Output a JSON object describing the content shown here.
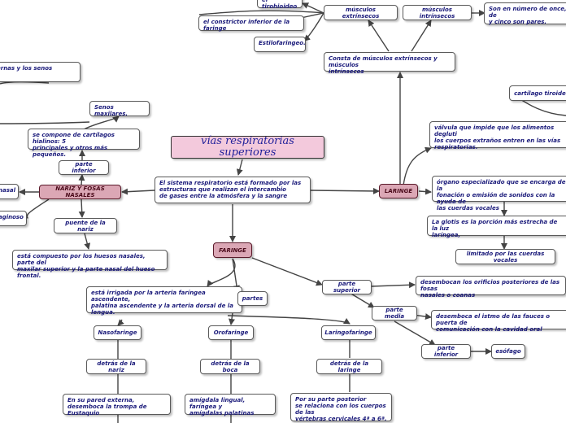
{
  "title": "vías respiratorias superiores",
  "nodes": {
    "intro": "El sistema respiratorio está formado por las\nestructuras que realizan el intercambio\nde gases entre la atmósfera y la sangre",
    "nariz": "NARIZ Y FOSAS NASALES",
    "laringe": "LARINGE",
    "faringe": "FARINGE",
    "nasal_left": "nasal",
    "aginoso": "aginoso",
    "ternas": "ernas y los senos",
    "senos_maxilares": "Senos maxilares.",
    "cartilagos": "se compone de cartílagos hialinos: 5\nprincipales y otros más pequeños.",
    "parte_inferior_nariz": "parte inferior",
    "puente": "puente de la nariz",
    "puente_desc": "está compuesto por los huesos nasales, parte del\nmaxilar superior y la parte nasal del hueso frontal.",
    "tiroideo_top": "el tirohioideo",
    "constrictor": "el constrictor inferior de la faringe",
    "estilofaringeo": "Estilofaringeo.",
    "musculos_extrinsecos": "músculos extrínsecos",
    "musculos_intrinsecos": "músculos intrínsecos",
    "once": "Son en número de once, de\ny cinco son pares.",
    "consta": "Consta de músculos extrínsecos y músculos\nintrínsecos",
    "cartilago_tiroides": "cartílago tiroides",
    "valvula": "válvula que impide que los alimentos degluti\nlos cuerpos extraños entren en las vías\nrespiratorias.",
    "organo": "órgano especializado que se encarga de la\nfonación o emisión de sonidos con la ayuda de\nlas cuerdas vocales",
    "glotis": "La glotis es la porción más estrecha de la luz\nlaríngea,",
    "limitado": "limitado por las cuerdas vocales",
    "irrigada": "está irrigada por la arteria faríngea ascendente,\npalatina ascendente y la arteria dorsal de la\nlengua.",
    "partes": "partes",
    "parte_superior": "parte superior",
    "parte_media": "parte media",
    "parte_inferior_faringe": "parte inferior",
    "desembocan": "desembocan los orificios posteriores de las fosas\nnasales o coanas",
    "desemboca_istmo": "desemboca el istmo de las fauces o puerta de\ncomunicación con la cavidad oral",
    "esofago": "esófago",
    "nasofaringe": "Nasofaringe",
    "orofaringe": "Orofaringe",
    "laringofaringe": "Laringofaringe",
    "detras_nariz": "detrás de la nariz",
    "detras_boca": "detrás de la boca",
    "detras_laringe": "detrás de la laringe",
    "eustaquio": "En su pared externa,\ndesemboca la trompa de Eustaquio",
    "amigdala": "amígdala lingual, faríngea  y\namígdalas palatinas",
    "vertebras": "Por su parte posterior\nse relaciona con los cuerpos de las\nvértebras cervicales 4ª a 6ª."
  }
}
